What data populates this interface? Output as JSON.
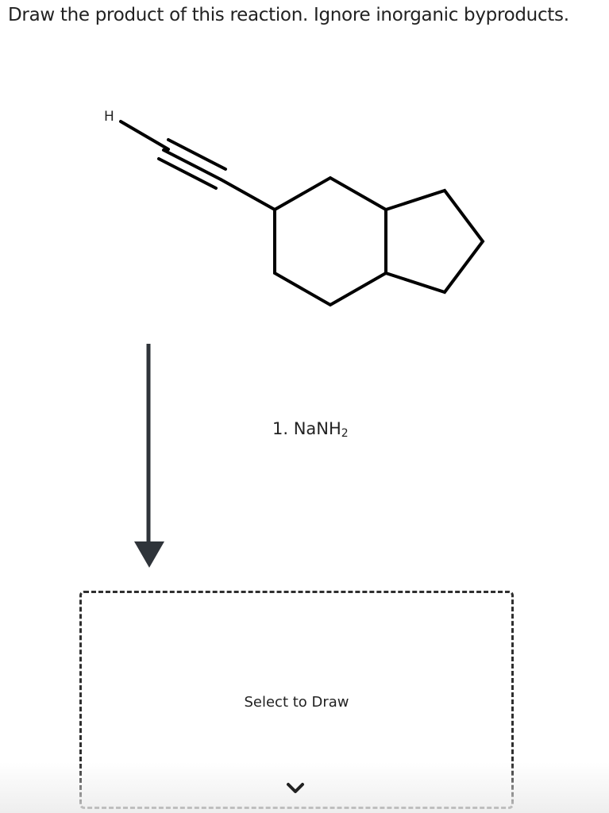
{
  "prompt": "Draw the product of this reaction. Ignore inorganic byproducts.",
  "molecule": {
    "h_label": "H"
  },
  "reagent": {
    "step": "1. NaNH",
    "subscript": "2"
  },
  "answer_box": {
    "label": "Select to Draw"
  },
  "icons": {
    "expand": "chevron-down-icon"
  }
}
